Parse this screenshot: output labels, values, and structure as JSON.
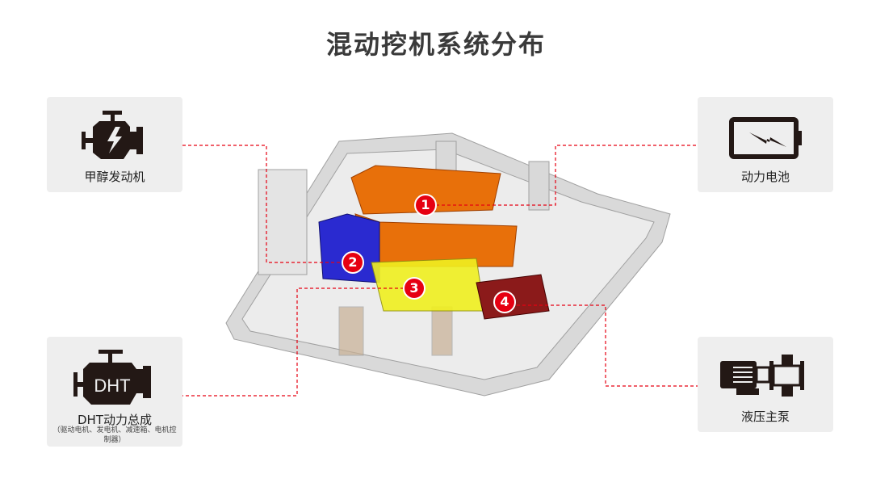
{
  "title": "混动挖机系统分布",
  "components": [
    {
      "label": "甲醇发动机",
      "icon": "engine-icon"
    },
    {
      "label": "动力电池",
      "icon": "battery-icon"
    },
    {
      "label": "DHT动力总成",
      "sub": "（驱动电机、发电机、减速箱、电机控制器）",
      "icon": "dht-engine-icon",
      "icon_text": "DHT"
    },
    {
      "label": "液压主泵",
      "icon": "hydraulic-pump-icon"
    }
  ],
  "markers": [
    "1",
    "2",
    "3",
    "4"
  ],
  "colors": {
    "accent": "#e60012",
    "battery": "#e8700a",
    "dht_motor": "#2a2ad0",
    "gearbox": "#f0f020",
    "pump": "#8b1a1a"
  }
}
